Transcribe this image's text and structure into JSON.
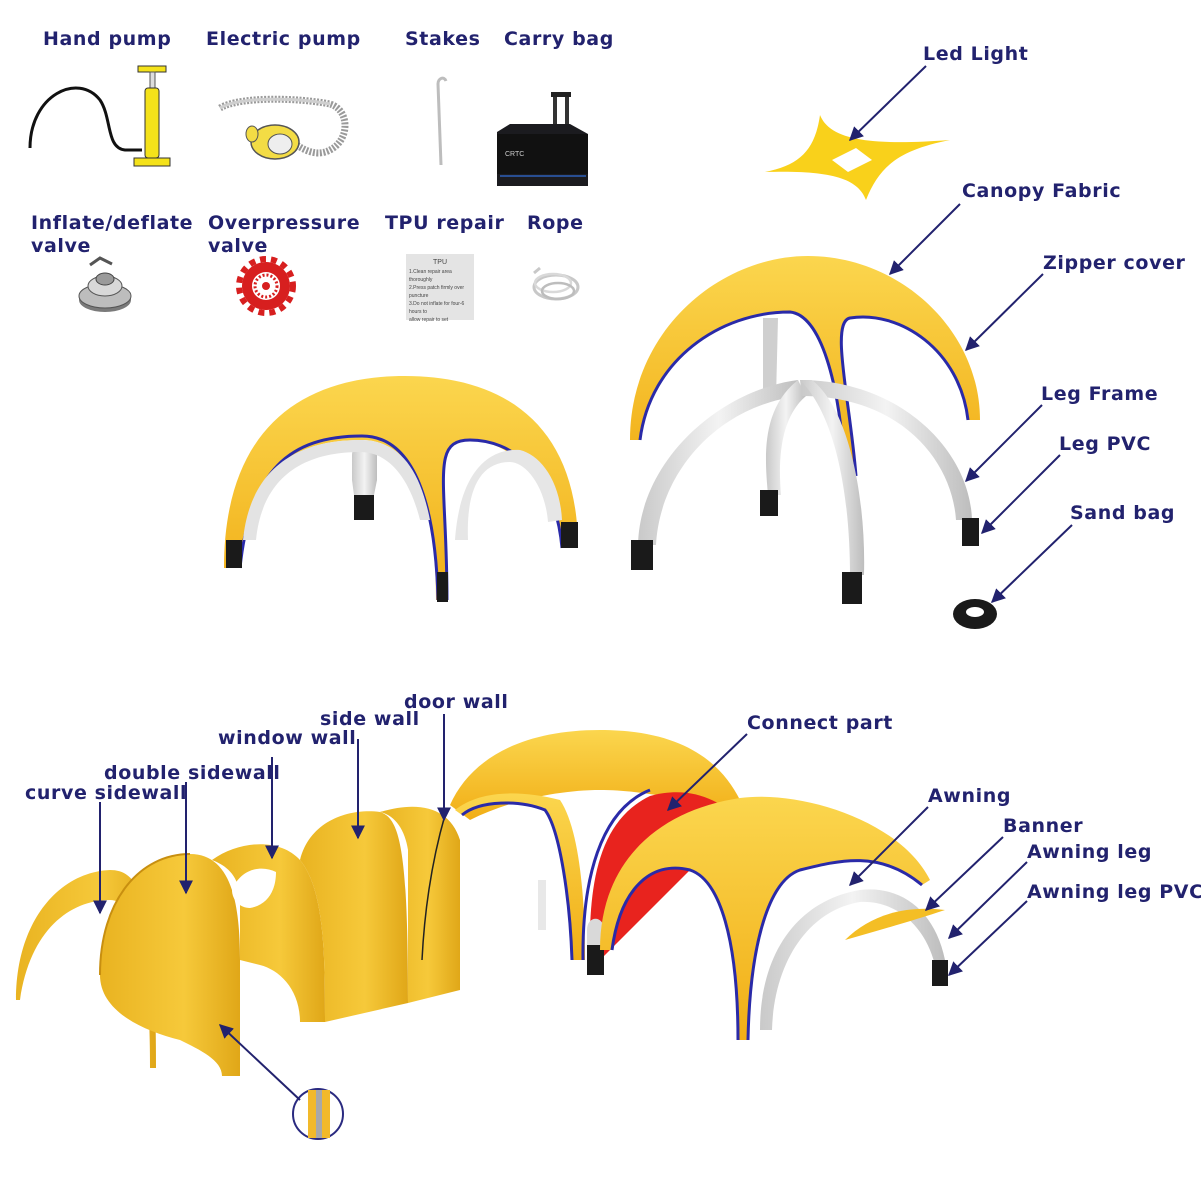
{
  "accessories": {
    "hand_pump": "Hand pump",
    "electric_pump": "Electric pump",
    "stakes": "Stakes",
    "carry_bag": "Carry bag",
    "valve_inflate": "Inflate/deflate valve",
    "valve_overpressure": "Overpressure valve",
    "tpu_repair": "TPU repair",
    "rope": "Rope"
  },
  "tpu_card": {
    "title": "TPU",
    "steps": [
      "1.Clean repair area thoroughly",
      "2.Press patch firmly over puncture",
      "3.Do not inflate for four-6 hours to",
      "allow repair to set"
    ]
  },
  "bag_brand": "CRTC",
  "tent_parts": {
    "led_light": "Led Light",
    "canopy_fabric": "Canopy Fabric",
    "zipper_cover": "Zipper cover",
    "leg_frame": "Leg Frame",
    "leg_pvc": "Leg PVC",
    "sand_bag": "Sand bag"
  },
  "walls": {
    "door_wall": "door wall",
    "side_wall": "side wall",
    "window_wall": "window wall",
    "double_sidewall": "double sidewall",
    "curve_sidewall": "curve sidewall"
  },
  "connect": {
    "connect_part": "Connect part",
    "awning": "Awning",
    "banner": "Banner",
    "awning_leg": "Awning leg",
    "awning_leg_pvc": "Awning leg PVC"
  },
  "colors": {
    "label": "#22226e",
    "canopy_yellow": "#f6c22a",
    "piping_blue": "#2a2aa8",
    "leg_grey": "#e2e2e2",
    "foot_black": "#1a1a1a",
    "connect_red": "#e8231e",
    "pump_yellow": "#f4e21a"
  }
}
